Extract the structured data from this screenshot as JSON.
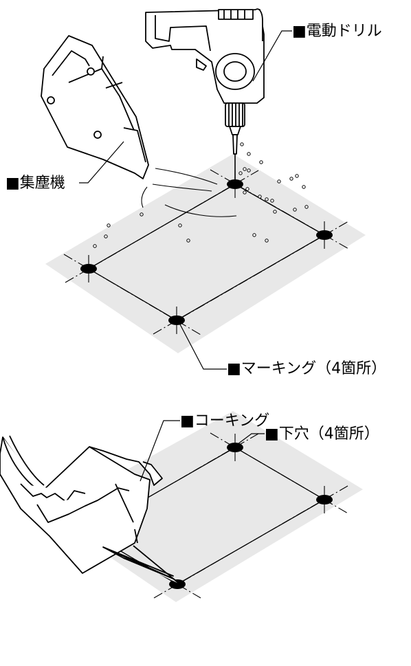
{
  "labels": {
    "drill": "■電動ドリル",
    "dust_collector": "■集塵機",
    "marking": "■マーキング（4箇所）",
    "caulking": "■コーキング",
    "pilot_holes": "■下穴（4箇所）"
  },
  "colors": {
    "line": "#000000",
    "sheet": "#e8e8e8",
    "background": "#ffffff"
  }
}
